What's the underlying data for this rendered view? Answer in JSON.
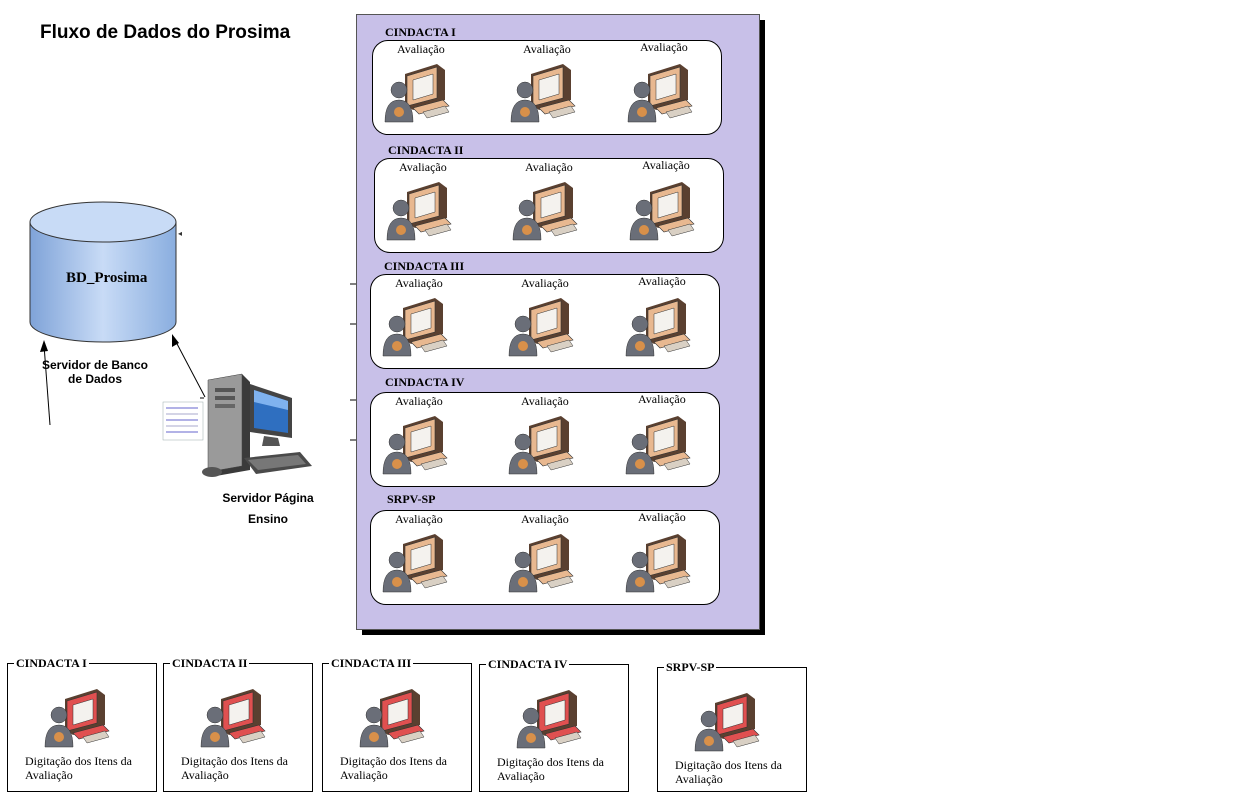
{
  "title": "Fluxo de Dados do Prosima",
  "database": {
    "label": "BD_Prosima",
    "server_label": "Servidor de Banco de Dados"
  },
  "web_server": {
    "label": "Servidor Página Ensino"
  },
  "regions": [
    {
      "name": "CINDACTA I",
      "stations": [
        "Avaliação",
        "Avaliação",
        "Avaliação"
      ]
    },
    {
      "name": "CINDACTA II",
      "stations": [
        "Avaliação",
        "Avaliação",
        "Avaliação"
      ]
    },
    {
      "name": "CINDACTA III",
      "stations": [
        "Avaliação",
        "Avaliação",
        "Avaliação"
      ]
    },
    {
      "name": "CINDACTA IV",
      "stations": [
        "Avaliação",
        "Avaliação",
        "Avaliação"
      ]
    },
    {
      "name": "SRPV-SP",
      "stations": [
        "Avaliação",
        "Avaliação",
        "Avaliação"
      ]
    }
  ],
  "entry_boxes": [
    {
      "name": "CINDACTA I",
      "description": "Digitação dos Itens da Avaliação"
    },
    {
      "name": "CINDACTA II",
      "description": "Digitação dos Itens da Avaliação"
    },
    {
      "name": "CINDACTA III",
      "description": "Digitação dos Itens da Avaliação"
    },
    {
      "name": "CINDACTA IV",
      "description": "Digitação dos Itens da Avaliação"
    },
    {
      "name": "SRPV-SP",
      "description": "Digitação dos Itens da Avaliação"
    }
  ],
  "colors": {
    "panel": "#c8c0e8",
    "cylinder": "#a9c4ec",
    "workstation": "#e8b890",
    "entry_station": "#e05050",
    "person": "#6a6e78"
  }
}
